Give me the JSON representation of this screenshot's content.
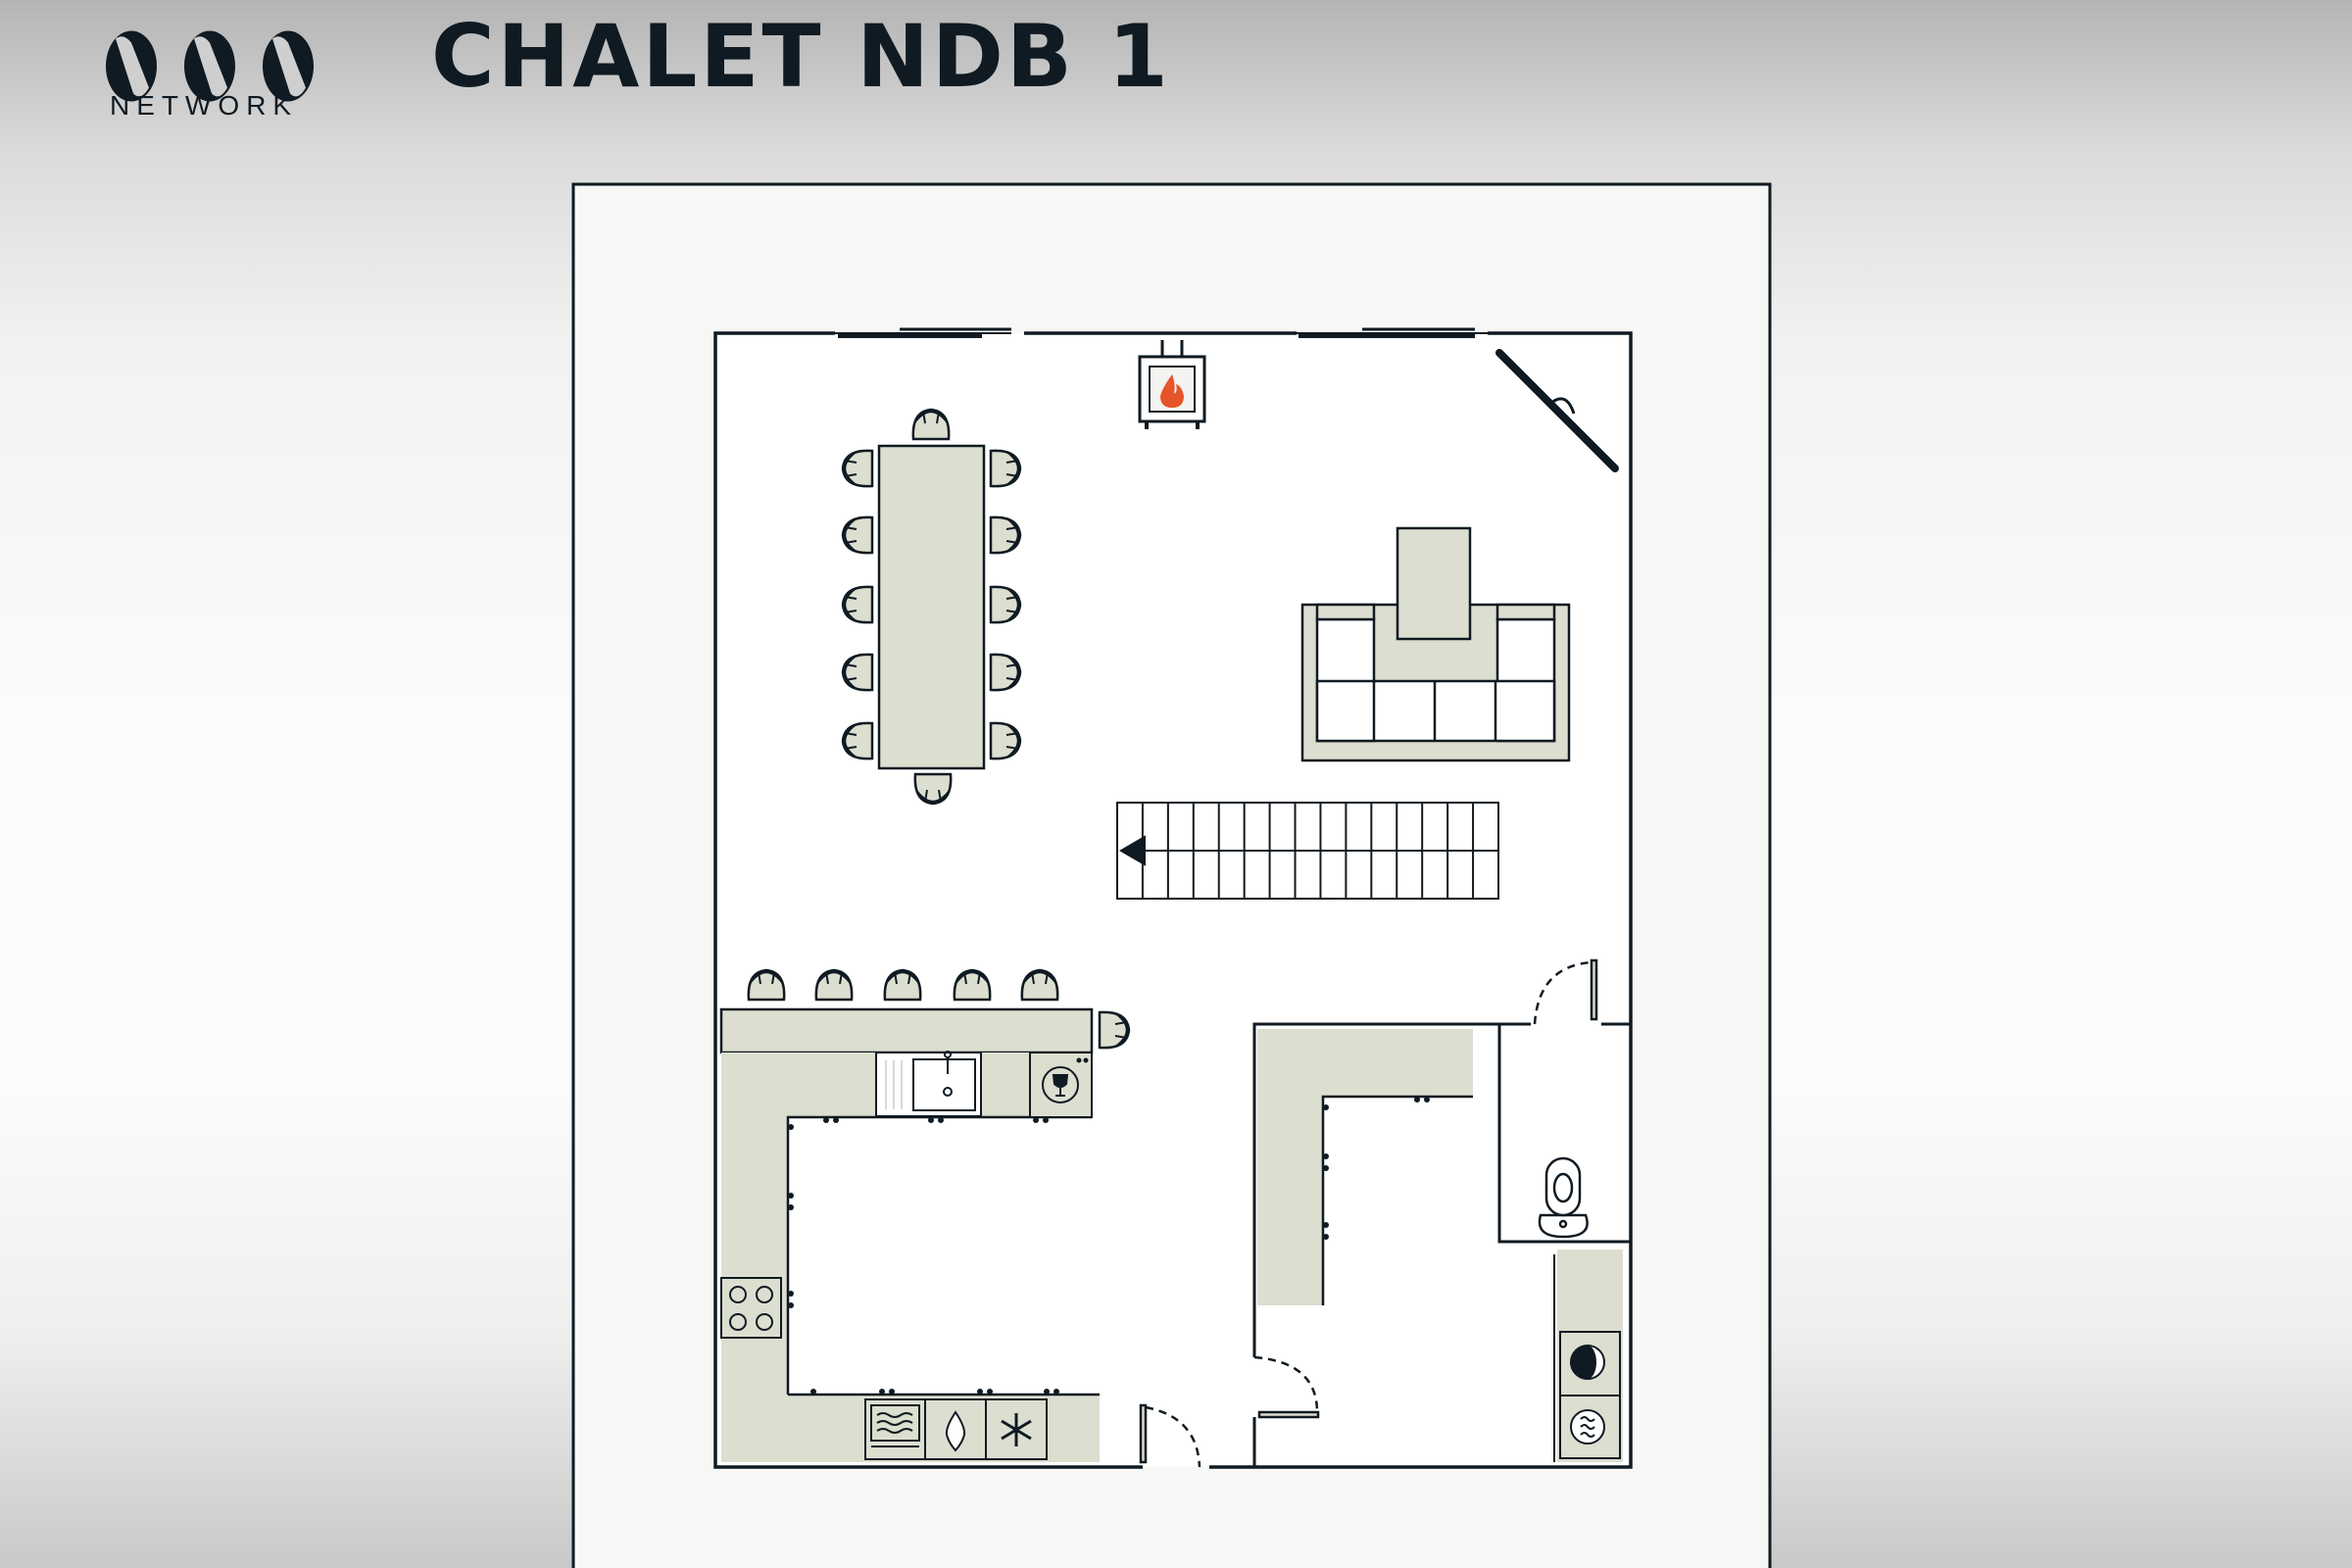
{
  "header": {
    "logo_text": "NETWORK",
    "title": "CHALET NDB 1"
  },
  "floorplan": {
    "icons": [
      "fireplace-icon",
      "tv-icon",
      "dining-table",
      "sofa",
      "coffee-table",
      "staircase",
      "bar-counter",
      "sink-icon",
      "wine-fridge-icon",
      "hob-icon",
      "oven-icon",
      "dishwasher-icon",
      "freezer-icon",
      "toilet-icon",
      "dryer-icon",
      "washing-machine-icon",
      "door-icon"
    ]
  },
  "colors": {
    "ink": "#0f1a22",
    "furniture": "#dcded0",
    "flame": "#e8542a",
    "sheet": "#f7f7f6"
  }
}
